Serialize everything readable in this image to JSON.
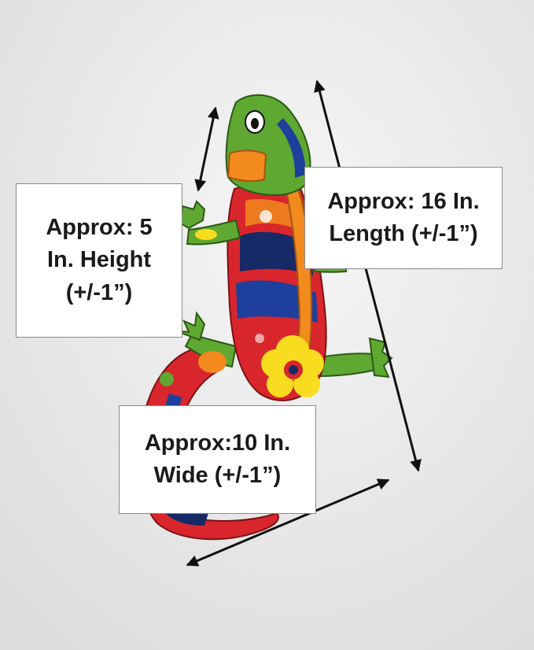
{
  "colors": {
    "background": "#eeeeee",
    "gecko_green": "#5fa832",
    "gecko_orange": "#f28a1e",
    "gecko_red": "#d8262c",
    "gecko_blue": "#1f3f9c",
    "gecko_navy": "#152a66",
    "gecko_yellow": "#f7dc1f",
    "arrow": "#111111"
  },
  "labels": {
    "height": {
      "line1": "Approx: 5",
      "line2": "In. Height",
      "line3": "(+/-1”)"
    },
    "length": {
      "line1": "Approx: 16 In.",
      "line2": "Length (+/-1”)"
    },
    "wide": {
      "line1": "Approx:10 In.",
      "line2": "Wide (+/-1”)"
    }
  }
}
